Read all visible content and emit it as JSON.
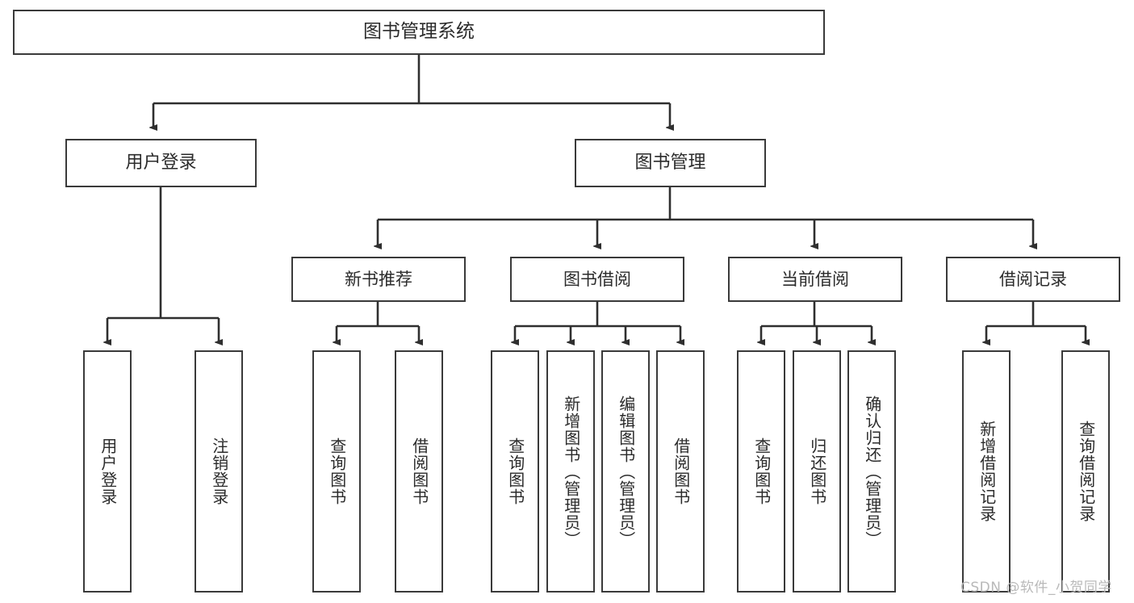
{
  "diagram": {
    "title": "图书管理系统",
    "watermark": "CSDN @软件_小贺同学",
    "colors": {
      "border": "#3a3a3a",
      "text": "#2b2b2b",
      "line": "#2f2f2f",
      "background": "#ffffff",
      "watermark": "#b9b9b9"
    },
    "root": {
      "label": "图书管理系统"
    },
    "level1": [
      {
        "label": "用户登录"
      },
      {
        "label": "图书管理"
      }
    ],
    "level2": [
      {
        "label": "新书推荐"
      },
      {
        "label": "图书借阅"
      },
      {
        "label": "当前借阅"
      },
      {
        "label": "借阅记录"
      }
    ],
    "leaves": {
      "user_login": [
        {
          "label": "用户登录"
        },
        {
          "label": "注销登录"
        }
      ],
      "new_book_recommend": [
        {
          "label": "查询图书"
        },
        {
          "label": "借阅图书"
        }
      ],
      "book_borrow": [
        {
          "label": "查询图书"
        },
        {
          "label": "新增图书（管理员）"
        },
        {
          "label": "编辑图书（管理员）"
        },
        {
          "label": "借阅图书"
        }
      ],
      "current_borrow": [
        {
          "label": "查询图书"
        },
        {
          "label": "归还图书"
        },
        {
          "label": "确认归还（管理员）"
        }
      ],
      "borrow_record": [
        {
          "label": "新增借阅记录"
        },
        {
          "label": "查询借阅记录"
        }
      ]
    }
  }
}
